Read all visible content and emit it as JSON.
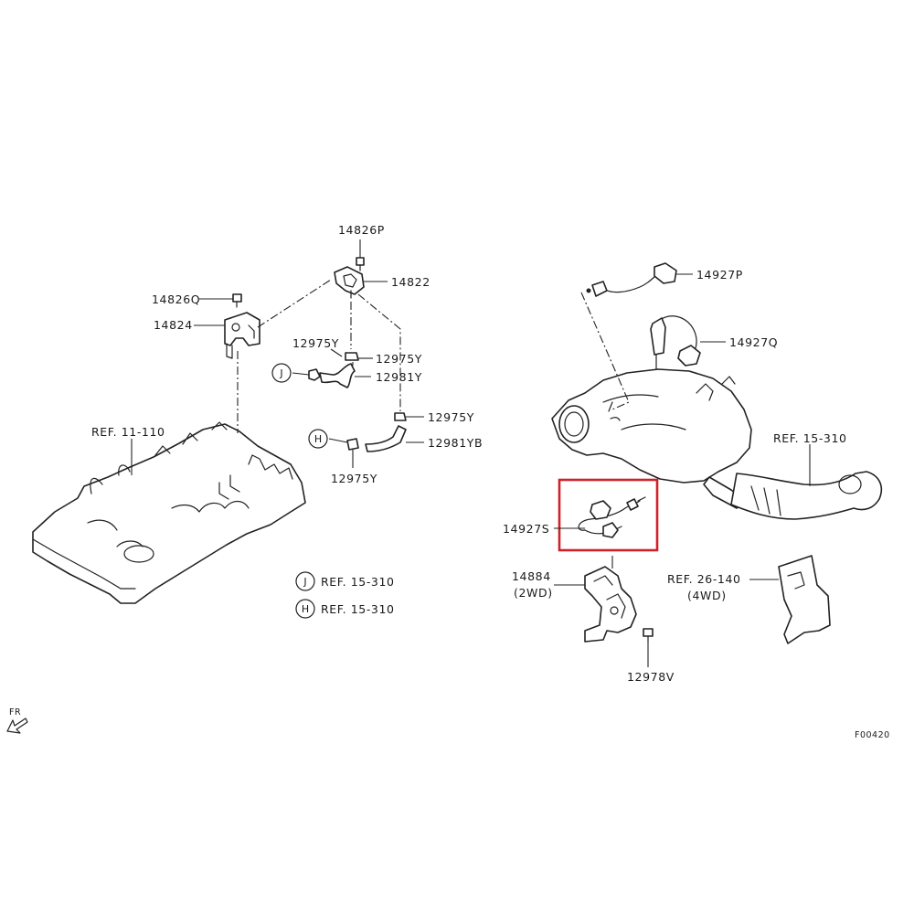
{
  "callouts": {
    "p14826P": "14826P",
    "p14822": "14822",
    "p14826Q": "14826Q",
    "p14824": "14824",
    "p12975Y_a": "12975Y",
    "p12975Y_b": "12975Y",
    "p12981Y": "12981Y",
    "p12975Y_c": "12975Y",
    "p12981YB": "12981YB",
    "p12975Y_d": "12975Y",
    "ref_11_110": "REF. 11-110",
    "p14927P": "14927P",
    "p14927Q": "14927Q",
    "ref_15_310_top": "REF. 15-310",
    "p14927S": "14927S",
    "p14884": "14884",
    "p14884_variant": "(2WD)",
    "ref_26_140": "REF. 26-140",
    "ref_26_140_variant": "(4WD)",
    "p12978V": "12978V"
  },
  "circle_keys": {
    "J": "J",
    "H": "H"
  },
  "legend": {
    "j_key": "J",
    "j_ref": "REF. 15-310",
    "h_key": "H",
    "h_ref": "REF. 15-310"
  },
  "direction": {
    "label": "FR"
  },
  "figure_code": "F00420",
  "colors": {
    "highlight": "#d0202a",
    "line": "#222222",
    "background": "#ffffff"
  }
}
